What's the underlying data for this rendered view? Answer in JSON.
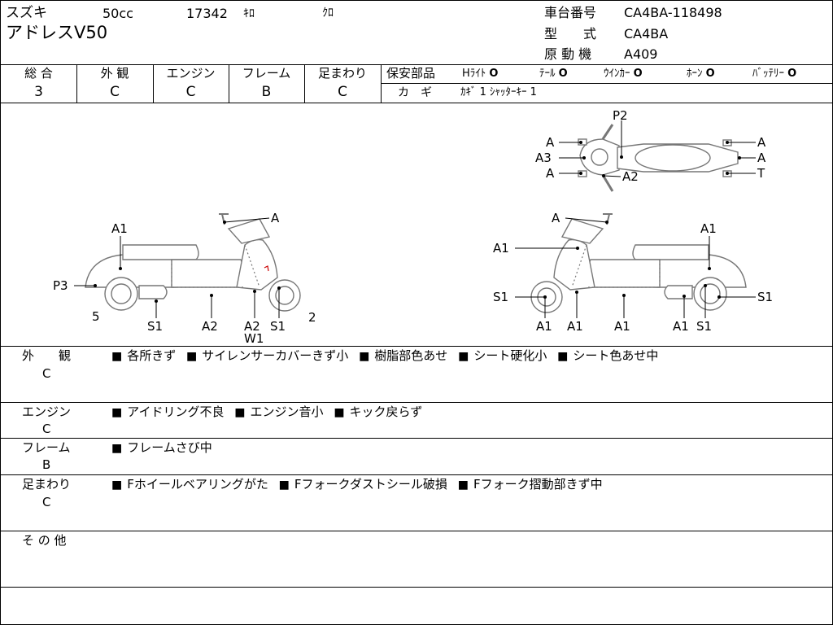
{
  "header": {
    "maker": "スズキ",
    "displacement": "50cc",
    "mileage": "17342",
    "mileage_unit": "ｷﾛ",
    "color": "ｸﾛ",
    "model_name": "アドレスV50",
    "chassis_label": "車台番号",
    "chassis_value": "CA4BA-118498",
    "type_label": "型　　式",
    "type_value": "CA4BA",
    "engine_label": "原 動 機",
    "engine_value": "A409"
  },
  "grades": [
    {
      "label": "総 合",
      "value": "3"
    },
    {
      "label": "外 観",
      "value": "C"
    },
    {
      "label": "エンジン",
      "value": "C"
    },
    {
      "label": "フレーム",
      "value": "B"
    },
    {
      "label": "足まわり",
      "value": "C"
    }
  ],
  "safety": {
    "label": "保安部品",
    "items": [
      {
        "name": "Hﾗｲﾄ",
        "mark": "O"
      },
      {
        "name": "ﾃｰﾙ",
        "mark": "O"
      },
      {
        "name": "ｳｲﾝｶｰ",
        "mark": "O"
      },
      {
        "name": "ﾎｰﾝ",
        "mark": "O"
      },
      {
        "name": "ﾊﾞｯﾃﾘｰ",
        "mark": "O"
      }
    ],
    "key_label": "カ　ギ",
    "key_value": "ｶｷﾞ 1 ｼｬｯﾀｰｷｰ 1"
  },
  "diagram": {
    "left": [
      "A",
      "A1",
      "P3",
      "5",
      "S1",
      "A2",
      "A2",
      "W1",
      "S1",
      "2"
    ],
    "top": [
      "P2",
      "A",
      "A3",
      "A",
      "A2",
      "A",
      "A",
      "T"
    ],
    "right": [
      "A",
      "A1",
      "A1",
      "S1",
      "S1",
      "A1",
      "A1",
      "A1",
      "A1",
      "S1"
    ]
  },
  "notes": [
    {
      "category": "外　　観",
      "grade": "C",
      "items": [
        "各所きず",
        "サイレンサーカバーきず小",
        "樹脂部色あせ",
        "シート硬化小",
        "シート色あせ中"
      ]
    },
    {
      "category": "エンジン",
      "grade": "C",
      "items": [
        "アイドリング不良",
        "エンジン音小",
        "キック戻らず"
      ]
    },
    {
      "category": "フレーム",
      "grade": "B",
      "items": [
        "フレームさび中"
      ]
    },
    {
      "category": "足まわり",
      "grade": "C",
      "items": [
        "Fホイールベアリングがた",
        "Fフォークダストシール破損",
        "Fフォーク摺動部きず中"
      ]
    },
    {
      "category": "そ の 他",
      "grade": "",
      "items": []
    }
  ],
  "bullet": "■"
}
